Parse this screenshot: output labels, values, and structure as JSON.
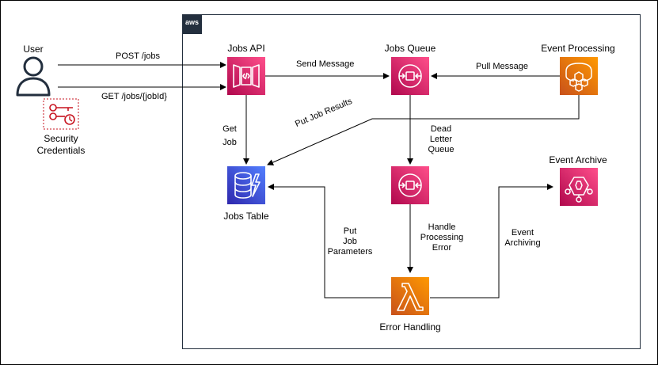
{
  "aws_badge": "aws",
  "actors": {
    "user": "User",
    "credentials_line1": "Security",
    "credentials_line2": "Credentials"
  },
  "services": {
    "jobs_api": "Jobs API",
    "jobs_queue": "Jobs Queue",
    "event_processing": "Event Processing",
    "jobs_table": "Jobs Table",
    "event_archive": "Event Archive",
    "error_handling": "Error Handling"
  },
  "edges": {
    "post_jobs": "POST /jobs",
    "get_job_id": "GET /jobs/{jobId}",
    "send_message": "Send Message",
    "pull_message": "Pull Message",
    "put_job_results": "Put Job Results",
    "get_job": [
      "Get",
      "Job"
    ],
    "dead_letter_queue": [
      "Dead",
      "Letter",
      "Queue"
    ],
    "put_job_parameters": [
      "Put",
      "Job",
      "Parameters"
    ],
    "handle_processing_error": [
      "Handle",
      "Processing",
      "Error"
    ],
    "event_archiving": [
      "Event",
      "Archiving"
    ]
  },
  "colors": {
    "app_integration_pink": "#e7157b",
    "compute_orange": "#ed7100",
    "database_blue": "#3b48cc",
    "security_red": "#c7131f",
    "frame": "#232f3e"
  },
  "icon_names": {
    "jobs_api": "api-gateway-icon",
    "jobs_queue": "sqs-queue-icon",
    "dead_letter_queue": "sqs-dlq-icon",
    "event_processing": "ecs-fargate-icon",
    "jobs_table": "dynamodb-table-icon",
    "event_archive": "eventbridge-icon",
    "error_handling": "lambda-icon",
    "user": "user-icon",
    "credentials": "security-credentials-icon"
  }
}
